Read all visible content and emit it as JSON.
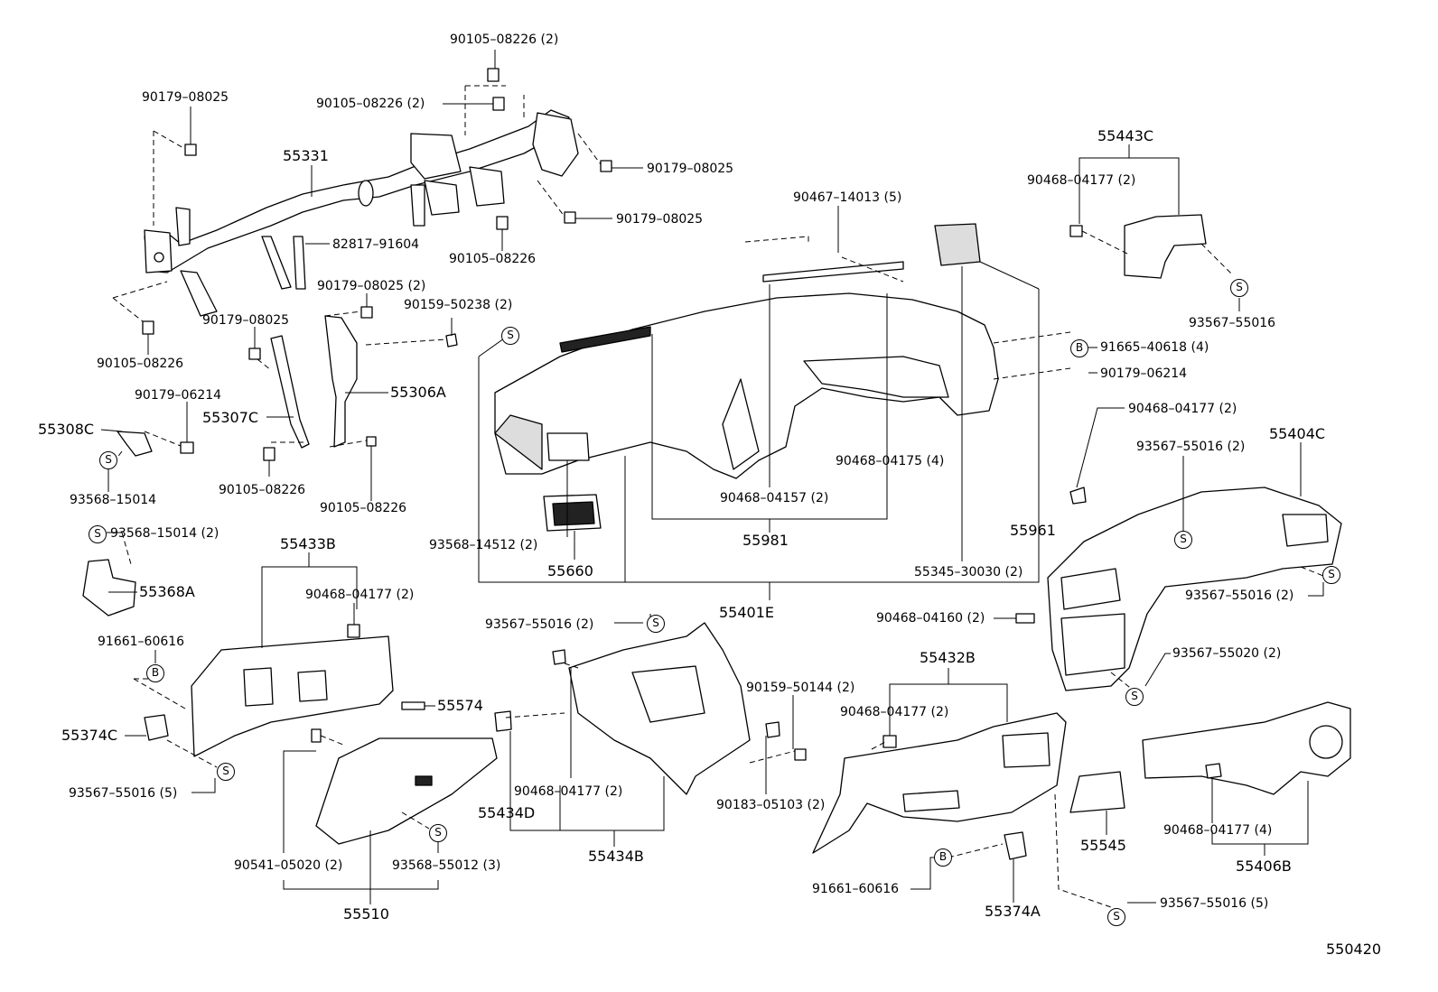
{
  "diagram_code": "550420",
  "labels": {
    "l_90105_08226_top": "90105–08226 (2)",
    "l_90179_08025_a": "90179–08025",
    "l_90105_08226_b": "90105–08226 (2)",
    "l_55331": "55331",
    "l_90179_08025_b": "90179–08025",
    "l_90179_08025_c": "90179–08025",
    "l_82817_91604": "82817–91604",
    "l_90105_08226_c": "90105–08226",
    "l_90179_08025_d": "90179–08025 (2)",
    "l_90159_50238": "90159–50238 (2)",
    "l_90179_08025_e": "90179–08025",
    "l_90105_08226_d": "90105–08226",
    "l_55306A": "55306A",
    "l_55307C": "55307C",
    "l_90179_06214_a": "90179–06214",
    "l_55308C": "55308C",
    "l_93568_15014_a": "93568–15014",
    "l_90105_08226_e": "90105–08226",
    "l_90105_08226_f": "90105–08226",
    "l_93568_15014_b": "93568–15014 (2)",
    "l_55368A": "55368A",
    "l_55433B": "55433B",
    "l_90468_04177_a": "90468–04177 (2)",
    "l_91661_60616_a": "91661–60616",
    "l_55374C": "55374C",
    "l_93567_55016_a": "93567–55016 (5)",
    "l_55574": "55574",
    "l_90541_05020": "90541–05020 (2)",
    "l_93568_55012": "93568–55012 (3)",
    "l_55510": "55510",
    "l_93568_14512": "93568–14512 (2)",
    "l_55660": "55660",
    "l_55981": "55981",
    "l_90468_04157": "90468–04157 (2)",
    "l_90468_04175": "90468–04175 (4)",
    "l_90467_14013": "90467–14013 (5)",
    "l_55961": "55961",
    "l_55345_30030": "55345–30030 (2)",
    "l_55401E": "55401E",
    "l_93567_55016_b": "93567–55016 (2)",
    "l_90468_04177_b": "90468–04177 (2)",
    "l_55434D": "55434D",
    "l_55434B": "55434B",
    "l_90159_50144": "90159–50144 (2)",
    "l_90183_05103": "90183–05103 (2)",
    "l_55443C": "55443C",
    "l_90468_04177_c": "90468–04177 (2)",
    "l_93567_55016_c": "93567–55016",
    "l_91665_40618": "91665–40618 (4)",
    "l_90179_06214_b": "90179–06214",
    "l_90468_04177_d": "90468–04177 (2)",
    "l_55404C": "55404C",
    "l_93567_55016_d": "93567–55016 (2)",
    "l_93567_55016_e": "93567–55016 (2)",
    "l_90468_04160": "90468–04160 (2)",
    "l_93567_55020": "93567–55020 (2)",
    "l_55432B": "55432B",
    "l_90468_04177_e": "90468–04177 (2)",
    "l_55545": "55545",
    "l_90468_04177_f": "90468–04177 (4)",
    "l_55406B": "55406B",
    "l_91661_60616_b": "91661–60616",
    "l_55374A": "55374A",
    "l_93567_55016_f": "93567–55016 (5)"
  },
  "symbols": {
    "screw": "S",
    "bolt": "B"
  }
}
